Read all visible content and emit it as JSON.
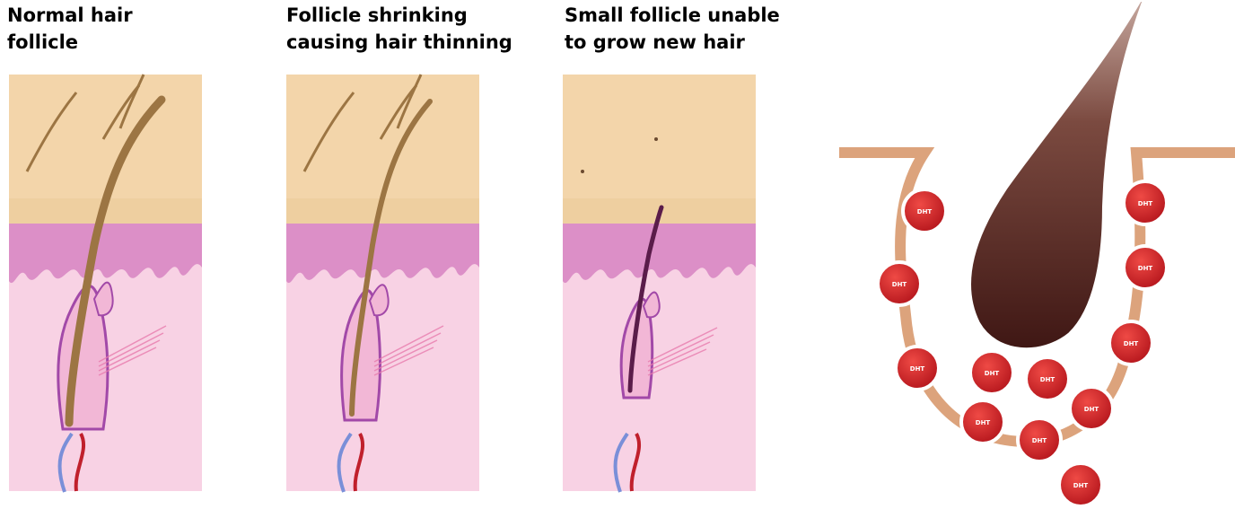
{
  "stages": [
    {
      "title_line1": "Normal hair",
      "title_line2": "follicle",
      "hair_color": "#9c7543"
    },
    {
      "title_line1": "Follicle shrinking",
      "title_line2": "causing hair thinning",
      "hair_color": "#9c7543"
    },
    {
      "title_line1": "Small follicle unable",
      "title_line2": "to grow new hair",
      "hair_color": "#5a1c4a"
    }
  ],
  "dht_label": "DHT",
  "colors": {
    "skin_surface": "#f2d3a8",
    "epidermis": "#d68bc1",
    "dermis": "#f7cfe2",
    "follicle_outline": "#a249a8",
    "root_band": "#dca37c",
    "dht_ball": "#d21f26",
    "hair_shaft_dark": "#4e1e18"
  }
}
